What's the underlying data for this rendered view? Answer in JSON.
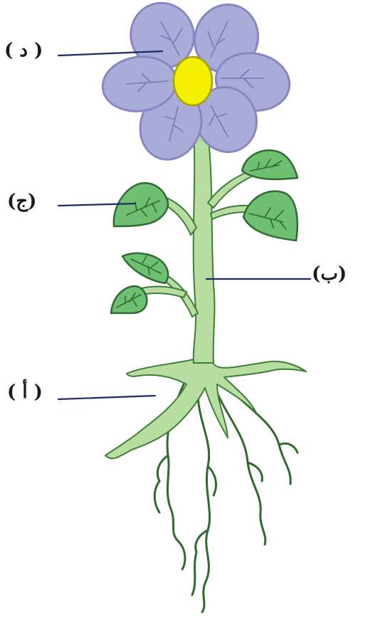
{
  "labels": {
    "flower": "( د )",
    "leaf": "(ج)",
    "stem": "(ب)",
    "root": "( أ )"
  },
  "colors": {
    "petal": "#a9abd9",
    "petal_stroke": "#8a86c4",
    "petal_vein": "#7c78b6",
    "center": "#f4ee00",
    "center_stroke": "#a6a400",
    "stem": "#b7dea0",
    "stem_stroke": "#3f7d3a",
    "leaf": "#6fbf73",
    "leaf_stroke": "#2f6b33",
    "root": "#2f6b2f",
    "pointer": "#1f2a6b"
  }
}
